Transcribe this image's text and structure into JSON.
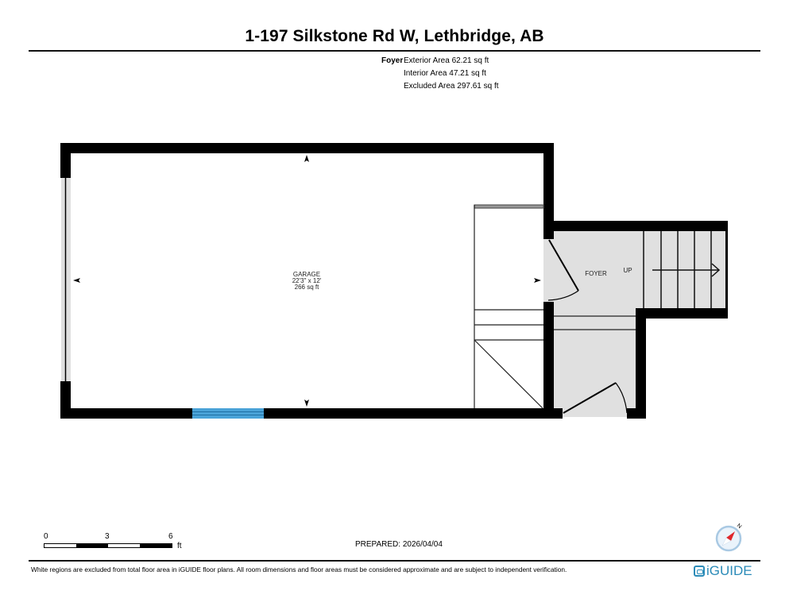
{
  "header": {
    "title": "1-197 Silkstone Rd W, Lethbridge, AB"
  },
  "summary": {
    "room": "Foyer",
    "lines": [
      "Exterior Area 62.21 sq ft",
      "Interior Area 47.21 sq ft",
      "Excluded Area 297.61 sq ft"
    ]
  },
  "rooms": [
    {
      "name": "GARAGE",
      "dimensions": "22'3\" x 12'",
      "area": "266 sq ft"
    },
    {
      "name": "FOYER",
      "stair_label": "UP"
    }
  ],
  "scale_bar": {
    "ticks": [
      "0",
      "3",
      "6"
    ],
    "unit": "ft"
  },
  "prepared": "PREPARED: 2026/04/04",
  "compass": {
    "north_label": "N"
  },
  "footer": {
    "disclaimer": "White regions are excluded from total floor area in iGUIDE floor plans. All room dimensions and floor areas must be considered approximate and are subject to independent verification.",
    "brand": "iGUIDE"
  },
  "colors": {
    "wall": "#000000",
    "included_floor": "#e0e0e0",
    "window": "#4aa3d8",
    "brand": "#2b8bb8",
    "compass_needle": "#e0262b"
  }
}
